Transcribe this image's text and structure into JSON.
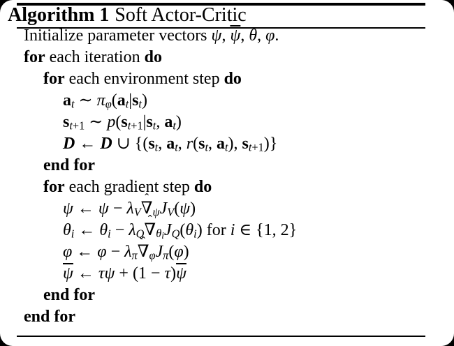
{
  "frame": {
    "background_color": "#000000",
    "panel_color": "#ffffff",
    "rule_color": "#000000",
    "text_color": "#000000"
  },
  "header": {
    "label": "Algorithm 1",
    "title": "Soft Actor-Critic"
  },
  "algorithm": {
    "lines": [
      {
        "indent": 0,
        "html": "Initialize parameter vectors <i>ψ</i>, <i class='ov'>ψ</i>, <i>θ</i>, <i>φ</i>."
      },
      {
        "indent": 0,
        "html": "<b>for</b> each iteration <b>do</b>"
      },
      {
        "indent": 1,
        "html": "<b>for</b> each environment step <b>do</b>"
      },
      {
        "indent": 2,
        "html": "<b>a</b><sub><i>t</i></sub> ∼ <i>π</i><sub><i>φ</i></sub>(<b>a</b><sub><i>t</i></sub>|<b>s</b><sub><i>t</i></sub>)"
      },
      {
        "indent": 2,
        "html": "<b>s</b><sub><i>t</i>+1</sub> ∼ <i>p</i>(<b>s</b><sub><i>t</i>+1</sub>|<b>s</b><sub><i>t</i></sub>, <b>a</b><sub><i>t</i></sub>)"
      },
      {
        "indent": 2,
        "html": "<i class='cal'>D</i> ← <i class='cal'>D</i> ∪ {(<b>s</b><sub><i>t</i></sub>, <b>a</b><sub><i>t</i></sub>, <i>r</i>(<b>s</b><sub><i>t</i></sub>, <b>a</b><sub><i>t</i></sub>), <b>s</b><sub><i>t</i>+1</sub>)}"
      },
      {
        "indent": 1,
        "html": "<b>end for</b>"
      },
      {
        "indent": 1,
        "html": "<b>for</b> each gradient step <b>do</b>"
      },
      {
        "indent": 2,
        "html": "<i>ψ</i> ← <i>ψ</i> − <i>λ</i><sub><i>V</i></sub><span class='hat'>∇</span><sub><i>ψ</i></sub><i>J</i><sub><i>V</i></sub>(<i>ψ</i>)"
      },
      {
        "indent": 2,
        "html": "<i>θ</i><sub><i>i</i></sub> ← <i>θ</i><sub><i>i</i></sub> − <i>λ</i><sub><i>Q</i></sub><span class='hat'>∇</span><sub><i>θ</i><sub><i>i</i></sub></sub><i>J</i><sub><i>Q</i></sub>(<i>θ</i><sub><i>i</i></sub>) for <i>i</i> ∈ {1, 2}"
      },
      {
        "indent": 2,
        "html": "<i>φ</i> ← <i>φ</i> − <i>λ</i><sub><i>π</i></sub><span class='hat'>∇</span><sub><i>φ</i></sub><i>J</i><sub><i>π</i></sub>(<i>φ</i>)"
      },
      {
        "indent": 2,
        "html": "<i class='ov'>ψ</i> ← <i>τψ</i> + (1 − <i>τ</i>)<i class='ov'>ψ</i>"
      },
      {
        "indent": 1,
        "html": "<b>end for</b>"
      },
      {
        "indent": 0,
        "html": "<b>end for</b>"
      }
    ]
  }
}
